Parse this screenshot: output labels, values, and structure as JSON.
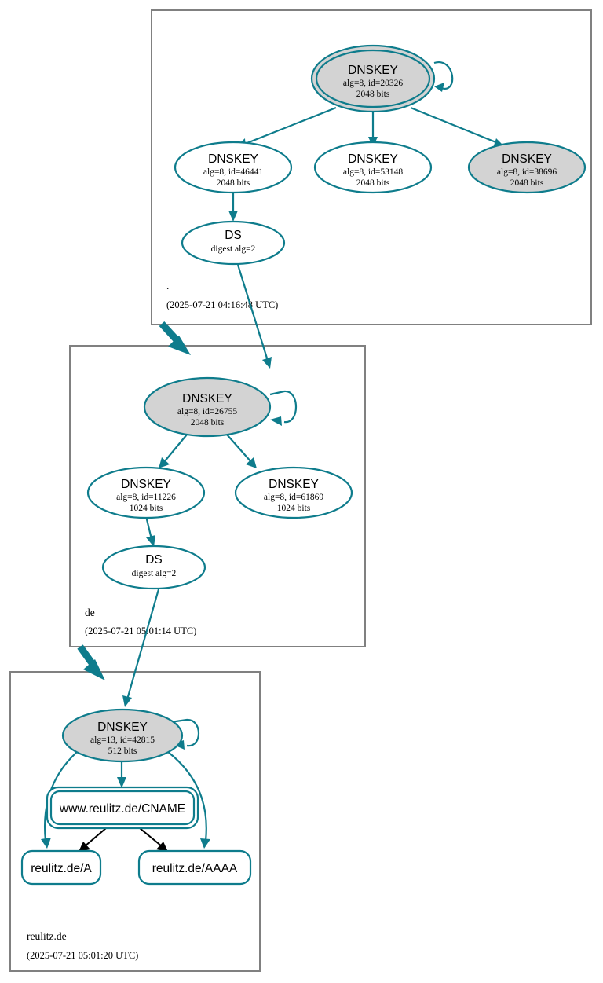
{
  "diagram": {
    "title": "DNSSEC authentication chain",
    "colors": {
      "accent_teal": "#0e7c8c",
      "node_secure_fill": "#d3d3d3",
      "node_plain_fill": "#ffffff",
      "zone_border": "#808080",
      "delegation_arrow": "#0e7c8c",
      "rrsig_black": "#000000"
    }
  },
  "zones": [
    {
      "id": "root",
      "name": ".",
      "timestamp": "(2025-07-21 04:16:48 UTC)",
      "nodes": [
        {
          "id": "root-ksk",
          "type": "DNSKEY",
          "label": "DNSKEY",
          "line2": "alg=8, id=20326",
          "line3": "2048 bits",
          "alg": 8,
          "key_id": 20326,
          "bits": 2048,
          "shape": "ellipse",
          "peripheries": 2,
          "filled": true,
          "self_signed": true
        },
        {
          "id": "root-zsk-46441",
          "type": "DNSKEY",
          "label": "DNSKEY",
          "line2": "alg=8, id=46441",
          "line3": "2048 bits",
          "alg": 8,
          "key_id": 46441,
          "bits": 2048,
          "shape": "ellipse",
          "peripheries": 1,
          "filled": false,
          "self_signed": false
        },
        {
          "id": "root-zsk-53148",
          "type": "DNSKEY",
          "label": "DNSKEY",
          "line2": "alg=8, id=53148",
          "line3": "2048 bits",
          "alg": 8,
          "key_id": 53148,
          "bits": 2048,
          "shape": "ellipse",
          "peripheries": 1,
          "filled": false,
          "self_signed": false
        },
        {
          "id": "root-zsk-38696",
          "type": "DNSKEY",
          "label": "DNSKEY",
          "line2": "alg=8, id=38696",
          "line3": "2048 bits",
          "alg": 8,
          "key_id": 38696,
          "bits": 2048,
          "shape": "ellipse",
          "peripheries": 1,
          "filled": true,
          "self_signed": false
        },
        {
          "id": "root-ds",
          "type": "DS",
          "label": "DS",
          "line2": "digest alg=2",
          "line3": "",
          "digest_alg": 2,
          "shape": "ellipse",
          "peripheries": 1,
          "filled": false,
          "self_signed": false
        }
      ]
    },
    {
      "id": "de",
      "name": "de",
      "timestamp": "(2025-07-21 05:01:14 UTC)",
      "nodes": [
        {
          "id": "de-ksk",
          "type": "DNSKEY",
          "label": "DNSKEY",
          "line2": "alg=8, id=26755",
          "line3": "2048 bits",
          "alg": 8,
          "key_id": 26755,
          "bits": 2048,
          "shape": "ellipse",
          "peripheries": 1,
          "filled": true,
          "self_signed": true
        },
        {
          "id": "de-zsk-11226",
          "type": "DNSKEY",
          "label": "DNSKEY",
          "line2": "alg=8, id=11226",
          "line3": "1024 bits",
          "alg": 8,
          "key_id": 11226,
          "bits": 1024,
          "shape": "ellipse",
          "peripheries": 1,
          "filled": false,
          "self_signed": false
        },
        {
          "id": "de-zsk-61869",
          "type": "DNSKEY",
          "label": "DNSKEY",
          "line2": "alg=8, id=61869",
          "line3": "1024 bits",
          "alg": 8,
          "key_id": 61869,
          "bits": 1024,
          "shape": "ellipse",
          "peripheries": 1,
          "filled": false,
          "self_signed": false
        },
        {
          "id": "de-ds",
          "type": "DS",
          "label": "DS",
          "line2": "digest alg=2",
          "line3": "",
          "digest_alg": 2,
          "shape": "ellipse",
          "peripheries": 1,
          "filled": false,
          "self_signed": false
        }
      ]
    },
    {
      "id": "reulitz",
      "name": "reulitz.de",
      "timestamp": "(2025-07-21 05:01:20 UTC)",
      "nodes": [
        {
          "id": "reulitz-ksk",
          "type": "DNSKEY",
          "label": "DNSKEY",
          "line2": "alg=13, id=42815",
          "line3": "512 bits",
          "alg": 13,
          "key_id": 42815,
          "bits": 512,
          "shape": "ellipse",
          "peripheries": 1,
          "filled": true,
          "self_signed": true
        },
        {
          "id": "rr-cname",
          "type": "RRset",
          "label": "www.reulitz.de/CNAME",
          "shape": "rounded-rect",
          "peripheries": 2,
          "filled": false
        },
        {
          "id": "rr-a",
          "type": "RRset",
          "label": "reulitz.de/A",
          "shape": "rounded-rect",
          "peripheries": 1,
          "filled": false
        },
        {
          "id": "rr-aaaa",
          "type": "RRset",
          "label": "reulitz.de/AAAA",
          "shape": "rounded-rect",
          "peripheries": 1,
          "filled": false
        }
      ]
    }
  ]
}
